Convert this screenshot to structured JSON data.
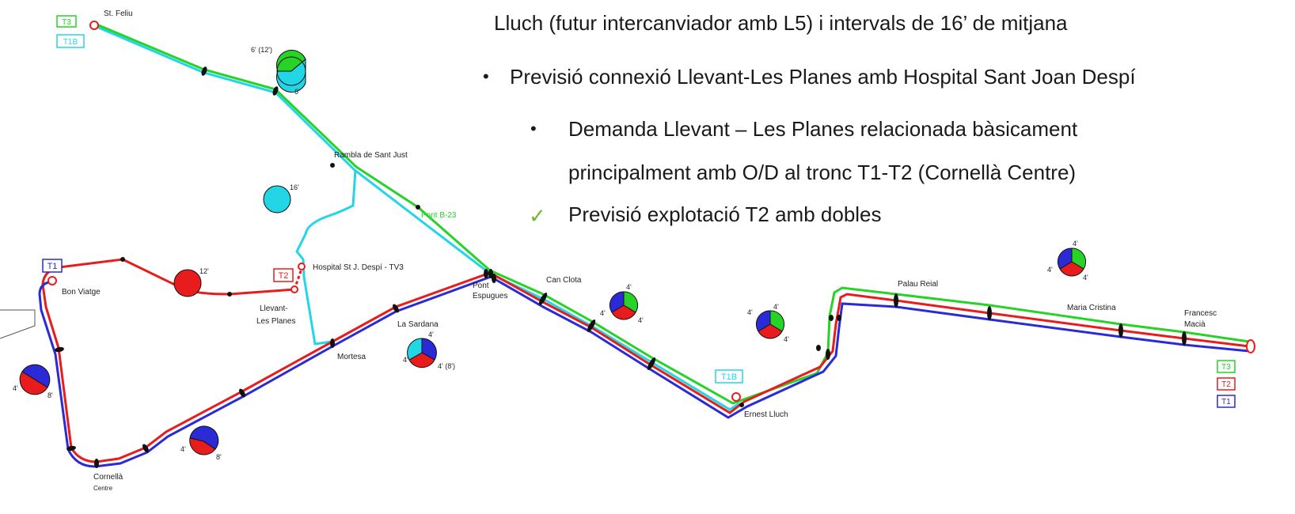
{
  "slide": {
    "lines": [
      {
        "id": "line1",
        "text": "Lluch  (futur intercanviador amb L5) i intervals de 16’ de mitjana"
      },
      {
        "id": "line2",
        "text": "Previsió connexió Llevant-Les Planes amb Hospital Sant Joan Despí"
      },
      {
        "id": "line3a",
        "text": "Demanda   Llevant   –   Les   Planes   relacionada   bàsicament"
      },
      {
        "id": "line3b",
        "text": "principalment amb O/D al tronc T1-T2 (Cornellà Centre)"
      },
      {
        "id": "line4",
        "text": "Previsió explotació T2 amb dobles"
      }
    ],
    "bullet_symbol": "•",
    "check_symbol": "✓"
  },
  "map": {
    "colors": {
      "T1": "#2a2ad6",
      "T2": "#e81c1c",
      "T3": "#26d326",
      "T1B": "#22d6e6"
    },
    "line_badges": {
      "st_feliu": [
        "T3",
        "T1B"
      ],
      "bon_viatge": [
        "T1"
      ],
      "llevant": [
        "T2"
      ],
      "ernest_lluch": [
        "T1B"
      ],
      "francesc_macia": [
        "T3",
        "T2",
        "T1"
      ]
    },
    "stations": {
      "st_feliu": "St. Feliu",
      "rambla": "Rambla de Sant Just",
      "pont_b23": "Pont B-23",
      "hospital": "Hospital St J. Despí - TV3",
      "bon_viatge": "Bon Viatge",
      "llevant_1": "Llevant-",
      "llevant_2": "Les Planes",
      "mortesa": "Mortesa",
      "la_sardana": "La Sardana",
      "pont_1": "Pont",
      "pont_2": "Espugues",
      "can_clota": "Can Clota",
      "ernest_lluch": "Ernest Lluch",
      "palau_reial": "Palau Reial",
      "maria_cristina": "Maria Cristina",
      "francesc_1": "Francesc",
      "francesc_2": "Macià",
      "cornella_1": "Cornellà",
      "cornella_2": "Centre"
    },
    "frequency_labels": {
      "pie1_top": "6' (12')",
      "pie1_bottom": "6'",
      "pie2": "16'",
      "pie3": "12'",
      "pie4_top": "4'",
      "pie4_left": "4'",
      "pie4_right": "4' (8')",
      "pie5_left": "4'",
      "pie5_right": "8'",
      "pie6_left": "4'",
      "pie6_right": "8'",
      "pie7_top": "4'",
      "pie7_left": "4'",
      "pie7_right": "4'",
      "pie8_top": "4'",
      "pie8_left": "4'",
      "pie8_right": "4'",
      "pie9_top": "4'",
      "pie9_left": "4'",
      "pie9_right": "4'"
    }
  }
}
